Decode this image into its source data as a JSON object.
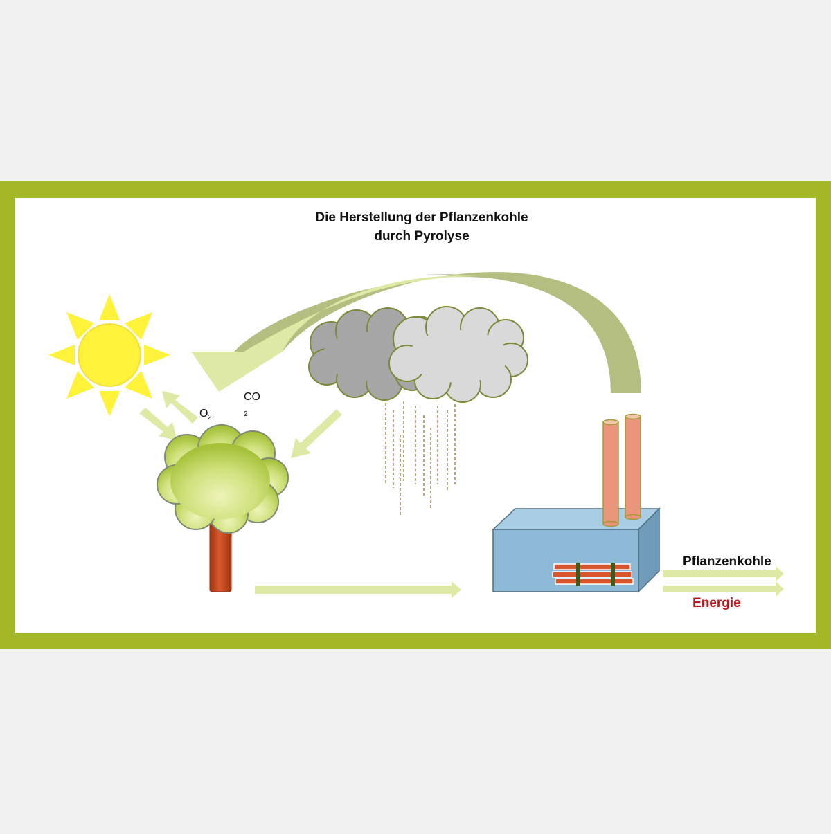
{
  "diagram": {
    "title_line1": "Die Herstellung der Pflanzenkohle",
    "title_line2": "durch Pyrolyse",
    "label_o2": "O",
    "label_o2_sub": "2",
    "label_co2": "CO",
    "label_co2_sub": "2",
    "output_charcoal": "Pflanzenkohle",
    "output_energy": "Energie"
  },
  "colors": {
    "page_background": "#f0f0f0",
    "frame_green": "#a4b827",
    "panel_white": "#ffffff",
    "arrow_light_green": "#dfe9a6",
    "arrow_dark_green": "#b4be80",
    "sun_yellow": "#fff23a",
    "cloud_dark_gray": "#a6a6a6",
    "cloud_light_gray": "#d9d9d9",
    "tree_crown_green": "#b9d25a",
    "tree_trunk_red": "#c2461d",
    "factory_blue": "#8db9d6",
    "chimney_salmon": "#e9967a",
    "energy_red": "#c0161b"
  }
}
